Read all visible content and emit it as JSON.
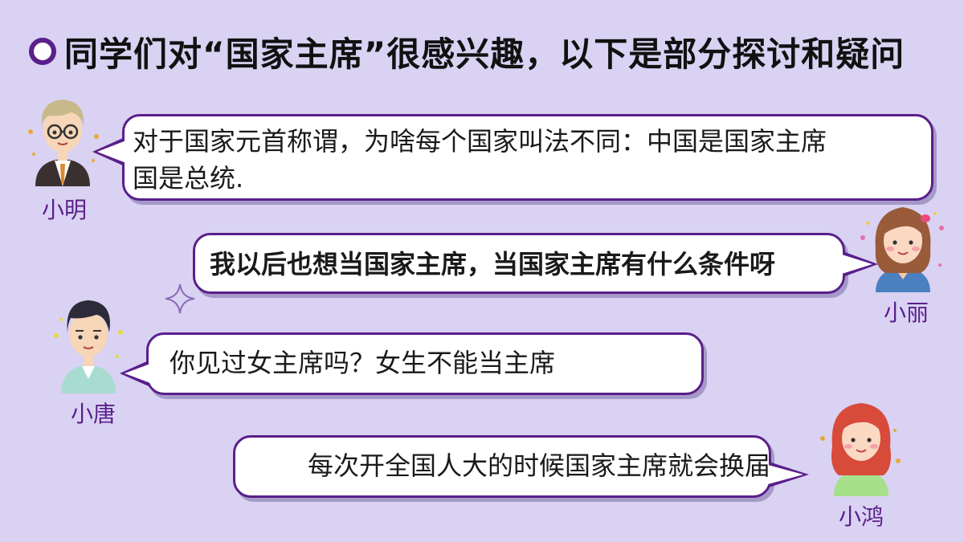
{
  "title": "同学们对“国家主席”很感兴趣，以下是部分探讨和疑问",
  "speakers": {
    "xiaoming": {
      "name": "小明",
      "lines": [
        "对于国家元首称谓，为啥每个国家叫法不同：中国是国家主席",
        "国是总统."
      ]
    },
    "xiaoli": {
      "name": "小丽",
      "text": "我以后也想当国家主席，当国家主席有什么条件呀"
    },
    "xiaotang": {
      "name": "小唐",
      "text": "你见过女主席吗？女生不能当主席"
    },
    "xiaohong": {
      "name": "小鸿",
      "text": "每次开全国人大的时候国家主席就会换届"
    }
  },
  "colors": {
    "background": "#d9d2f3",
    "accent_purple": "#5a1f8a",
    "bubble_fill": "#ffffff"
  },
  "icons": [
    "ring-bullet-icon",
    "sparkle-star-icon",
    "boy-with-glasses-avatar",
    "girl-with-brown-hair-avatar",
    "boy-avatar",
    "girl-with-red-hair-avatar"
  ]
}
